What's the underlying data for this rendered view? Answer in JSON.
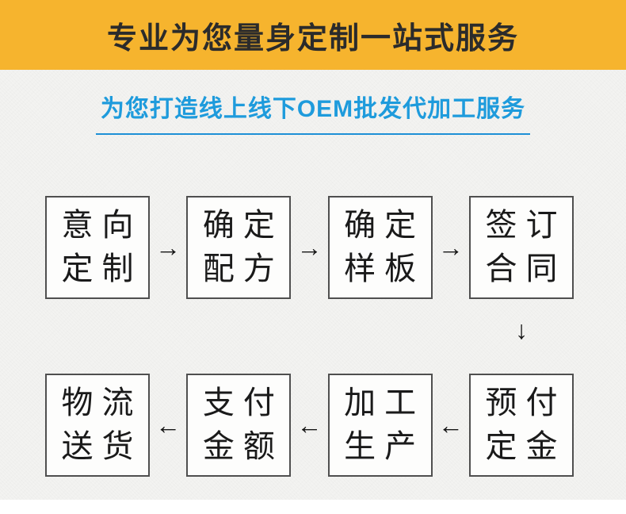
{
  "banner": {
    "title": "专业为您量身定制一站式服务",
    "bg_color": "#F6B42E",
    "text_color": "#2B2B2B"
  },
  "subtitle": {
    "text": "为您打造线上线下OEM批发代加工服务",
    "color": "#1E9BDC"
  },
  "flow": {
    "arrow_right": "→",
    "arrow_left": "←",
    "arrow_down": "↓",
    "row1": [
      {
        "line1": "意向",
        "line2": "定制"
      },
      {
        "line1": "确定",
        "line2": "配方"
      },
      {
        "line1": "确定",
        "line2": "样板"
      },
      {
        "line1": "签订",
        "line2": "合同"
      }
    ],
    "row2": [
      {
        "line1": "物流",
        "line2": "送货"
      },
      {
        "line1": "支付",
        "line2": "金额"
      },
      {
        "line1": "加工",
        "line2": "生产"
      },
      {
        "line1": "预付",
        "line2": "定金"
      }
    ]
  }
}
